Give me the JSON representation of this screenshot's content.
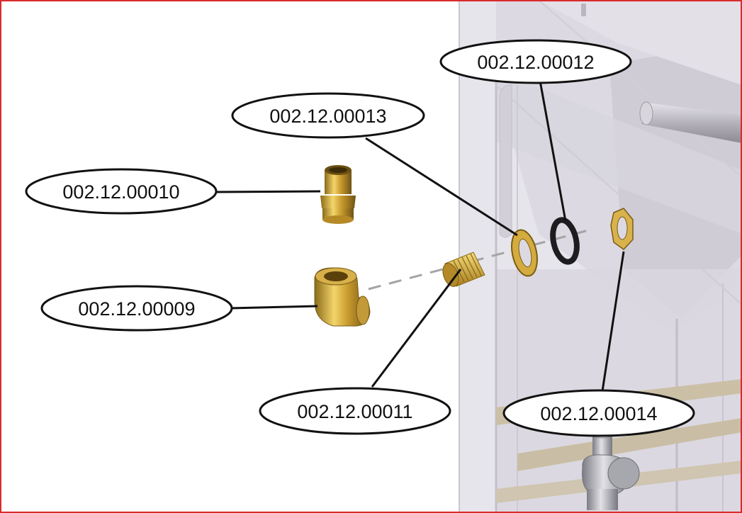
{
  "frame_color": "#d92b2b",
  "callouts": [
    {
      "id": "part-002-12-00012",
      "label": "002.12.00012"
    },
    {
      "id": "part-002-12-00013",
      "label": "002.12.00013"
    },
    {
      "id": "part-002-12-00010",
      "label": "002.12.00010"
    },
    {
      "id": "part-002-12-00009",
      "label": "002.12.00009"
    },
    {
      "id": "part-002-12-00011",
      "label": "002.12.00011"
    },
    {
      "id": "part-002-12-00014",
      "label": "002.12.00014"
    }
  ]
}
